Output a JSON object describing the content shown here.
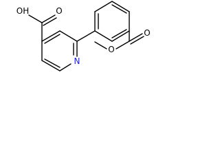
{
  "molecule": {
    "labels": {
      "carboxylic_acid": "OH",
      "carboxylic_carbonyl_o": "O",
      "pyridine_n": "N",
      "ester_carbonyl_o": "O",
      "ester_o": "O"
    },
    "colors": {
      "bond": "#000000",
      "nitrogen": "#1a1aff",
      "oxygen": "#000000",
      "background": "#ffffff"
    }
  }
}
